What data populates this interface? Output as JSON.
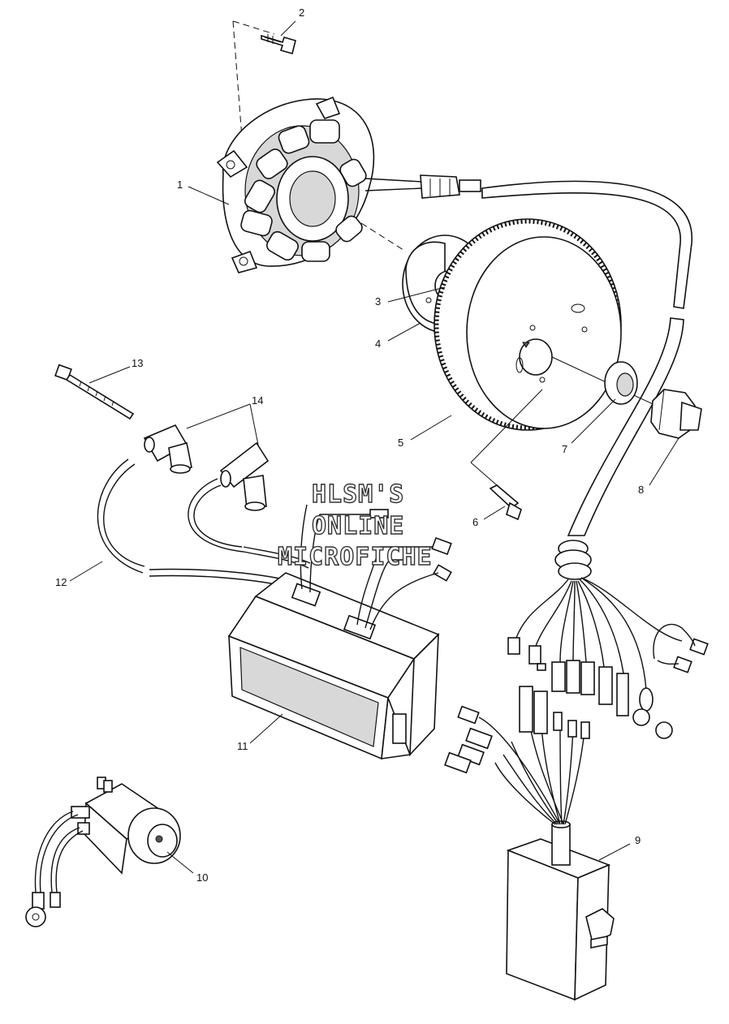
{
  "watermark": {
    "line1": "HLSM'S",
    "line2": "ONLINE",
    "line3": "MICROFICHE"
  },
  "callouts": [
    {
      "id": "1",
      "label": "1"
    },
    {
      "id": "2",
      "label": "2"
    },
    {
      "id": "3",
      "label": "3"
    },
    {
      "id": "4",
      "label": "4"
    },
    {
      "id": "5",
      "label": "5"
    },
    {
      "id": "6",
      "label": "6"
    },
    {
      "id": "7",
      "label": "7"
    },
    {
      "id": "8",
      "label": "8"
    },
    {
      "id": "9",
      "label": "9"
    },
    {
      "id": "10",
      "label": "10"
    },
    {
      "id": "11",
      "label": "11"
    },
    {
      "id": "12",
      "label": "12"
    },
    {
      "id": "13",
      "label": "13"
    },
    {
      "id": "14",
      "label": "14"
    }
  ]
}
